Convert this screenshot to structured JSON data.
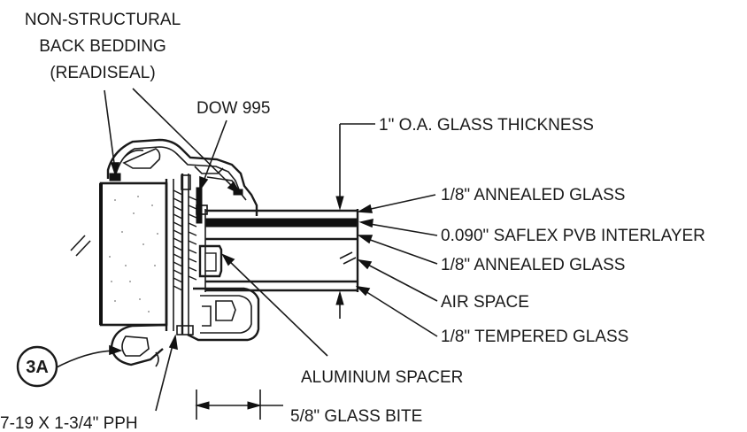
{
  "labels": {
    "back_bedding_line1": "NON-STRUCTURAL",
    "back_bedding_line2": "BACK BEDDING",
    "back_bedding_line3": "(READISEAL)",
    "sealant": "DOW 995",
    "glass_thickness": "1\" O.A. GLASS THICKNESS",
    "annealed_glass_top": "1/8\" ANNEALED GLASS",
    "interlayer": "0.090\" SAFLEX PVB INTERLAYER",
    "annealed_glass_bottom": "1/8\" ANNEALED GLASS",
    "air_space": "AIR SPACE",
    "tempered_glass": "1/8\" TEMPERED GLASS",
    "spacer": "ALUMINUM SPACER",
    "glass_bite": "5/8\" GLASS BITE",
    "fastener": "7-19 X 1-3/4\" PPH",
    "detail_tag": "3A"
  }
}
